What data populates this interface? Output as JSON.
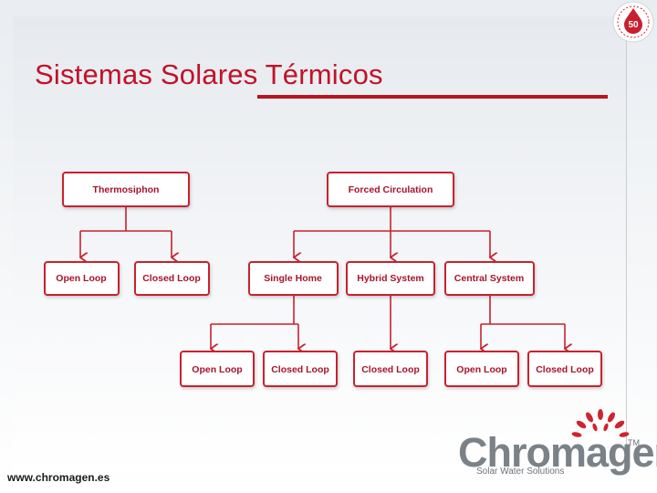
{
  "slide": {
    "title": "Sistemas Solares Térmicos",
    "footer_url": "www.chromagen.es"
  },
  "diagram": {
    "nodes": {
      "thermosiphon": "Thermosiphon",
      "forced_circulation": "Forced Circulation",
      "open_loop_1": "Open Loop",
      "closed_loop_1": "Closed Loop",
      "single_home": "Single Home",
      "hybrid_system": "Hybrid System",
      "central_system": "Central System",
      "open_loop_2": "Open Loop",
      "closed_loop_2": "Closed Loop",
      "closed_loop_3": "Closed Loop",
      "open_loop_3": "Open Loop",
      "closed_loop_4": "Closed Loop"
    }
  },
  "brand": {
    "logo_text": "Chromagen",
    "trademark": "TM",
    "tagline": "Solar Water Solutions",
    "seal_number": "50",
    "accent_color": "#c8202e",
    "title_color": "#c0122a",
    "logo_gray": "#7a8288"
  }
}
